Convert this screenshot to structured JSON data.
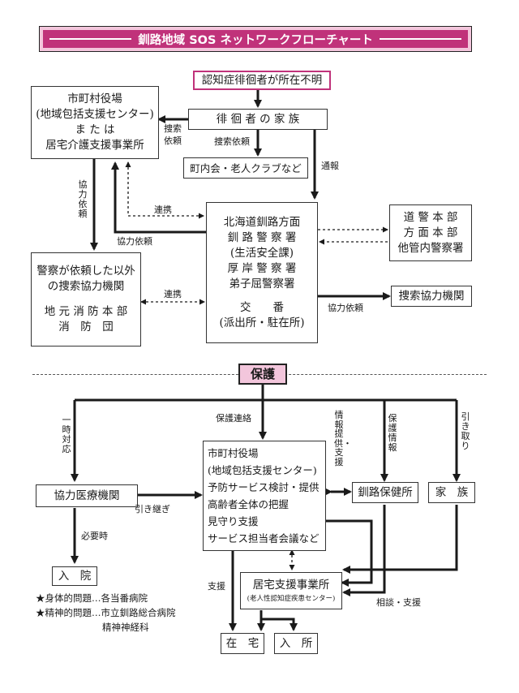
{
  "title": "釧路地域 SOS ネットワークフローチャート",
  "boxes": {
    "missing": [
      "認知症徘徊者が所在不明"
    ],
    "family": [
      "徘 徊 者 の 家 族"
    ],
    "municipal_top": [
      "市町村役場",
      "(地域包括支援センター)",
      "ま た は",
      "居宅介護支援事業所"
    ],
    "neighborhood": [
      "町内会・老人クラブなど"
    ],
    "police": [
      "北海道釧路方面",
      "釧 路 警 察 署",
      "(生活安全課)",
      "厚 岸 警 察 署",
      "弟子屈警察署",
      "",
      "交　　番",
      "(派出所・駐在所)"
    ],
    "hq": [
      "道 警 本 部",
      "方 面 本 部",
      "他管内警察署"
    ],
    "search_other": [
      "警察が依頼した以外",
      "の捜索協力機関",
      "",
      "地 元 消 防 本 部",
      "消　防　団"
    ],
    "search_coop": [
      "捜索協力機関"
    ],
    "protect": [
      "保護"
    ],
    "municipal_bottom": [
      "市町村役場",
      "(地域包括支援センター)",
      "予防サービス検討・提供",
      "高齢者全体の把握",
      "見守り支援",
      "サービス担当者会議など"
    ],
    "health_center": [
      "釧路保健所"
    ],
    "family_bottom": [
      "家　族"
    ],
    "medical": [
      "協力医療機関"
    ],
    "hospitalize": [
      "入　院"
    ],
    "care_office": [
      "居宅支援事業所",
      "(老人性認知症疾患センター)"
    ],
    "home": [
      "在　宅"
    ],
    "admission": [
      "入　所"
    ]
  },
  "labels": {
    "search_request_1": "捜索",
    "search_request_2": "依頼",
    "search_request": "捜索依頼",
    "report": "通報",
    "coop_request_vertical": "協力依頼",
    "liaison_1": "連携",
    "coop_request": "協力依頼",
    "liaison_2": "連携",
    "coop_request_2": "協力依頼",
    "temp_response": "一時対応",
    "protect_contact": "保護連絡",
    "info_support": "情報提供・支援",
    "protect_info": "保護情報",
    "pickup": "引き取り",
    "handover": "引き継ぎ",
    "when_needed": "必要時",
    "support": "支援",
    "consult_support": "相談・支援"
  },
  "notes": [
    {
      "bullet": "★",
      "text": "身体的問題…各当番病院"
    },
    {
      "bullet": "★",
      "text": "精神的問題…市立釧路総合病院"
    },
    {
      "bullet": "",
      "text": "精神神経科"
    }
  ]
}
